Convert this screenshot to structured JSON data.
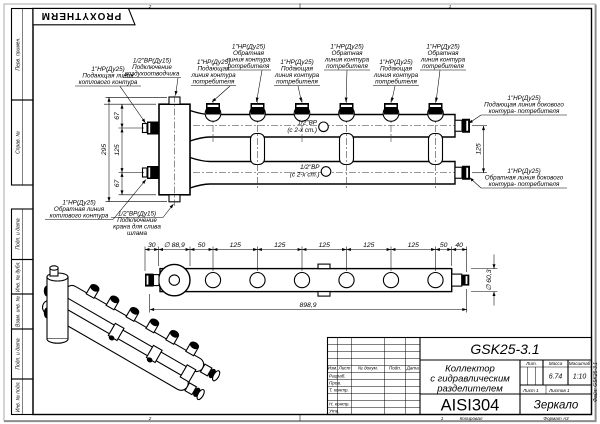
{
  "sheet": {
    "logo": "PROXYTHERM",
    "zone_top_left": "2",
    "zone_top_right": "1",
    "zone_bottom_left": "2",
    "footer_zone": "1",
    "footer_copy": "Копировал",
    "footer_format": "Формат А3",
    "side_file_label": "Файл: GSK25-3.1",
    "margin_top": [
      "Перв. примен.",
      "Справ. №"
    ],
    "margin_bottom": [
      "Подп. и дата",
      "Инв. № дубл.",
      "Взам. инв. №",
      "Подп. и дата",
      "Инв. № подл."
    ]
  },
  "callouts": {
    "boiler_supply": {
      "lines": [
        "1\"НР(Ду25)",
        "Подающая линия",
        "котлового контура"
      ]
    },
    "air_vent": {
      "lines": [
        "1/2\"ВР(Ду15)",
        "Подключение",
        "воздухоотводчика"
      ]
    },
    "c1": {
      "lines": [
        "1\"НР(Ду25)",
        "Подающая",
        "линия контура",
        "потребителя"
      ]
    },
    "c2": {
      "lines": [
        "1\"НР(Ду25)",
        "Обратная",
        "линия контура",
        "потребителя"
      ]
    },
    "c3": {
      "lines": [
        "1\"НР(Ду25)",
        "Подающая",
        "линия контура",
        "потребителя"
      ]
    },
    "c4": {
      "lines": [
        "1\"НР(Ду25)",
        "Обратная",
        "линия контура",
        "потребителя"
      ]
    },
    "c5": {
      "lines": [
        "1\"НР(Ду25)",
        "Подающая",
        "линия контура",
        "потребителя"
      ]
    },
    "c6": {
      "lines": [
        "1\"НР(Ду25)",
        "Обратная",
        "линия контура",
        "потребителя"
      ]
    },
    "side_supply": {
      "lines": [
        "1\"НР(Ду25)",
        "Подающая линия бокового",
        "контура- потребителя"
      ]
    },
    "side_return": {
      "lines": [
        "1\"НР(Ду25)",
        "Обратная линия бокового",
        "контура- потребителя"
      ]
    },
    "boiler_return": {
      "lines": [
        "1\"НР(Ду25)",
        "Обратная линия",
        "котлового контура"
      ]
    },
    "drain": {
      "lines": [
        "1/2\"ВР(Ду15)",
        "Подключение",
        "крана для слива",
        "шлама"
      ]
    },
    "tap1": {
      "lines": [
        "1/2\"ВР",
        "(с 2-х ст.)"
      ]
    },
    "tap2": {
      "lines": [
        "1/2\"ВР",
        "(с 2-х ст.)"
      ]
    }
  },
  "dims": {
    "front": {
      "top_offset": "67",
      "middle": "125",
      "bottom_offset": "67",
      "overall": "295",
      "right_gap": "125"
    },
    "plan": {
      "chain": [
        "30",
        "∅ 88,9",
        "50",
        "125",
        "125",
        "125",
        "125",
        "125",
        "50",
        "40"
      ],
      "overall": "898,9",
      "pipe_dia": "∅ 60,3"
    }
  },
  "title_block": {
    "designation": "GSK25-3.1",
    "name_lines": [
      "Коллектор",
      "с гидравлическим",
      "разделителем"
    ],
    "material": "AISI304",
    "mirror_note": "Зеркало",
    "col_headers": [
      "Изм.",
      "Лист",
      "№ докум.",
      "Подп.",
      "Дата"
    ],
    "row_labels": [
      "Разраб.",
      "Пров.",
      "Т. контр.",
      "Н. контр.",
      "Утв."
    ],
    "lit_header": "Лит.",
    "mass_header": "Масса",
    "scale_header": "Масштаб",
    "mass": "6.74",
    "scale": "1:10",
    "sheet_label": "Лист 1",
    "sheets_label": "Листов 1"
  }
}
